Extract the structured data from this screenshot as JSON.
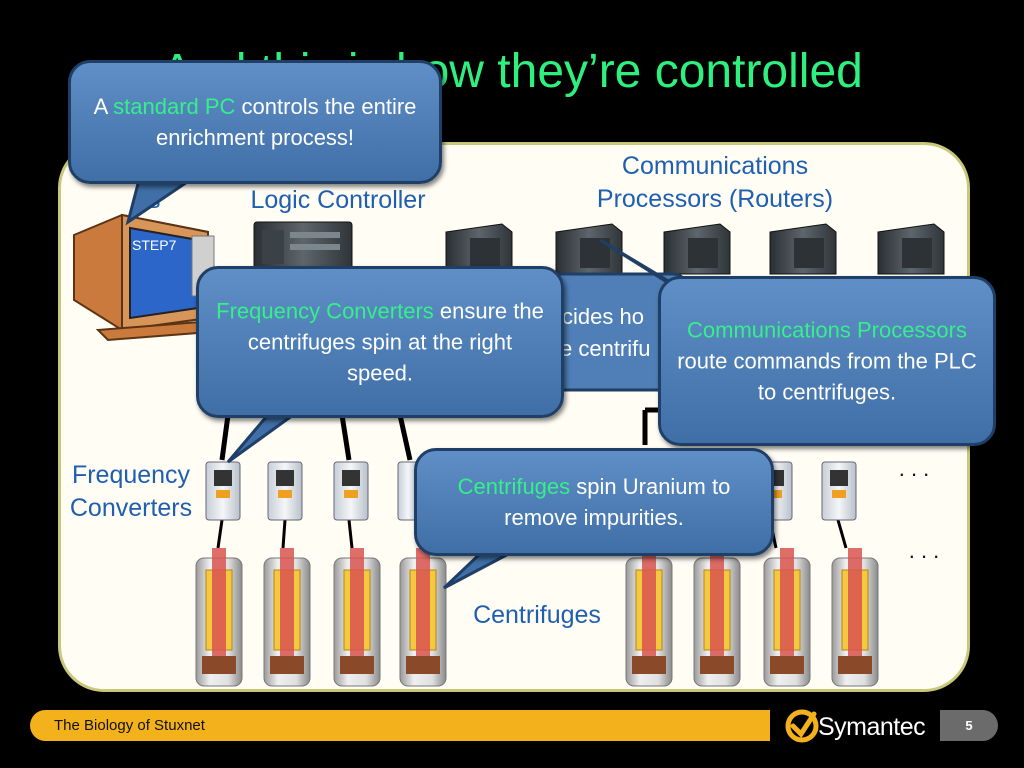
{
  "slide": {
    "title": "And this is how they’re controlled",
    "labels": {
      "logic_controller": "Logic Controller",
      "comm_processors": "Communications Processors (Routers)",
      "freq_converters": "Frequency Converters",
      "centrifuges": "Centrifuges",
      "ellipsis_top": ". . .",
      "ellipsis_bottom": ". . .",
      "monitor_screen": "STEP7",
      "partial_left": "s",
      "partial_hidden_text_1": "cides ho",
      "partial_hidden_text_2": "e centrifu"
    },
    "bubbles": {
      "standard_pc": {
        "prefix": "A ",
        "highlight": "standard PC",
        "suffix": " controls the entire enrichment process!"
      },
      "freq_conv": {
        "highlight": "Frequency Converters",
        "suffix": " ensure the centrifuges spin at the right speed."
      },
      "comm_proc": {
        "highlight": "Communications Processors",
        "suffix": " route commands from the PLC to centrifuges."
      },
      "centrifuges": {
        "highlight": "Centrifuges",
        "suffix": " spin Uranium to remove impurities."
      }
    }
  },
  "footer": {
    "text": "The Biology of Stuxnet",
    "brand": "Symantec",
    "page_number": "5"
  },
  "icons": [
    "computer-monitor-icon",
    "plc-module-icon",
    "router-module-icon",
    "frequency-converter-icon",
    "centrifuge-icon",
    "symantec-check-icon"
  ],
  "colors": {
    "title_green": "#2ef07f",
    "label_blue": "#1f5fb0",
    "bubble_blue": "#4f7fb6",
    "footer_orange": "#f3b21b",
    "highlight_green": "#35f08a"
  }
}
